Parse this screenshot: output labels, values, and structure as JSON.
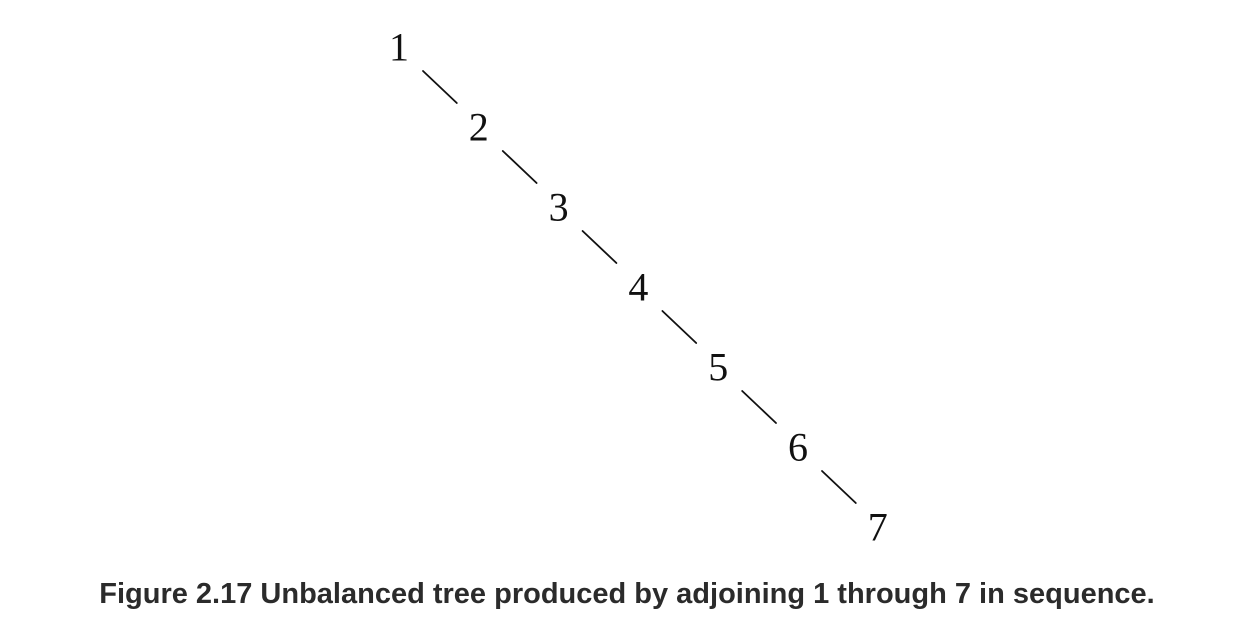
{
  "diagram": {
    "type": "tree",
    "nodes": [
      "1",
      "2",
      "3",
      "4",
      "5",
      "6",
      "7"
    ],
    "edges": [
      [
        "1",
        "2"
      ],
      [
        "2",
        "3"
      ],
      [
        "3",
        "4"
      ],
      [
        "4",
        "5"
      ],
      [
        "5",
        "6"
      ],
      [
        "6",
        "7"
      ]
    ]
  },
  "caption": "Figure 2.17 Unbalanced tree produced by adjoining 1 through 7 in sequence."
}
